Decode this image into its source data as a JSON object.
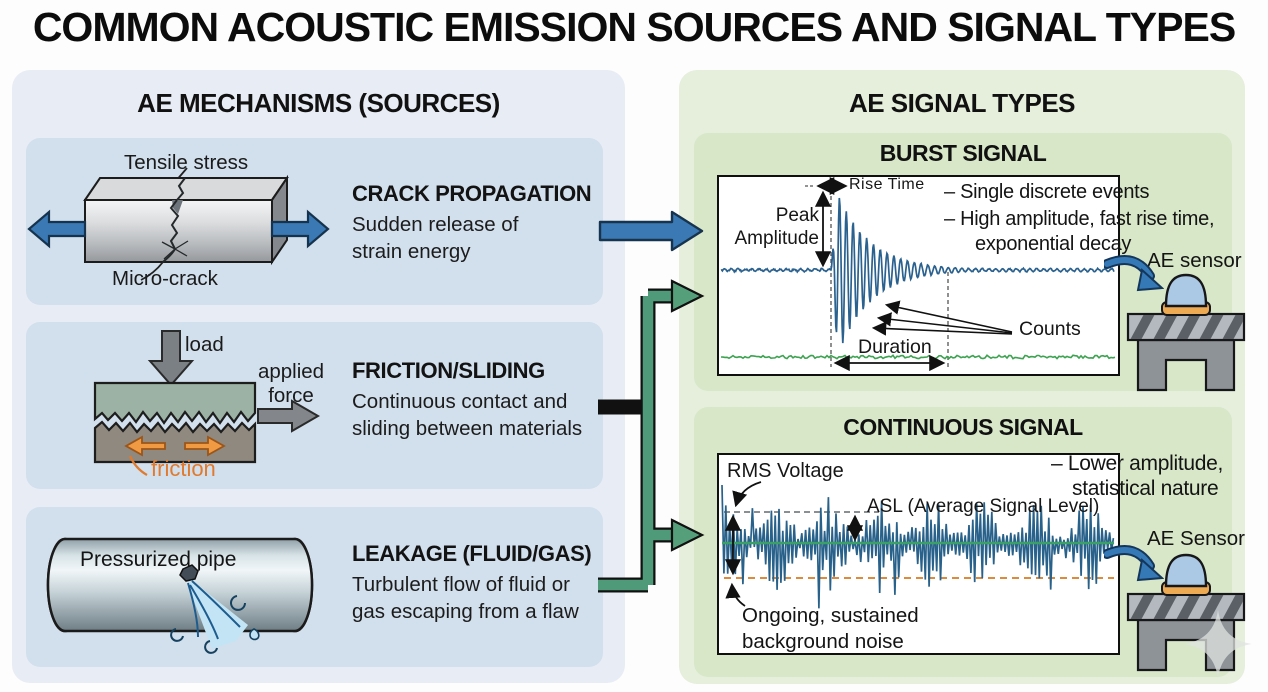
{
  "title": "COMMON ACOUSTIC EMISSION SOURCES AND SIGNAL TYPES",
  "mechanisms": {
    "header": "AE MECHANISMS (SOURCES)",
    "crack": {
      "label_top": "Tensile stress",
      "label_bottom": "Micro-crack",
      "heading": "CRACK PROPAGATION",
      "desc1": "Sudden release of",
      "desc2": "strain energy"
    },
    "friction": {
      "label_load": "load",
      "label_force": "applied force",
      "label_friction": "friction",
      "heading": "FRICTION/SLIDING",
      "desc1": "Continuous contact and",
      "desc2": "sliding between materials"
    },
    "leakage": {
      "label_pipe": "Pressurized pipe",
      "heading": "LEAKAGE (FLUID/GAS)",
      "desc1": "Turbulent flow of fluid or",
      "desc2": "gas escaping from a flaw"
    }
  },
  "signals": {
    "header": "AE SIGNAL TYPES",
    "burst": {
      "title": "BURST SIGNAL",
      "bullet1": "– Single discrete events",
      "bullet2a": "– High amplitude, fast rise time,",
      "bullet2b": "exponential decay",
      "rise_time": "Rise Time",
      "peak_amplitude": "Peak Amplitude",
      "duration": "Duration",
      "counts": "Counts",
      "sensor_label": "AE sensor"
    },
    "continuous": {
      "title": "CONTINUOUS SIGNAL",
      "bullet1a": "– Lower amplitude,",
      "bullet1b": "statistical nature",
      "rms": "RMS Voltage",
      "asl": "ASL (Average Signal Level)",
      "noise1": "Ongoing, sustained",
      "noise2": "background noise",
      "sensor_label": "AE Sensor"
    }
  },
  "colors": {
    "arrow_blue": "#3b79b5",
    "arrow_green": "#4f9a78",
    "burst_wave": "#2a618e",
    "noise_green": "#3da351",
    "cont_green_line": "#3ba065",
    "orange_dashed": "#dd8a3c",
    "friction_orange": "#e07a2e",
    "left_panel_bg": "#e8edf5",
    "left_section_bg": "#d2dfec",
    "right_panel_bg": "#e5efdc",
    "right_section_bg": "#d7e7c8"
  }
}
